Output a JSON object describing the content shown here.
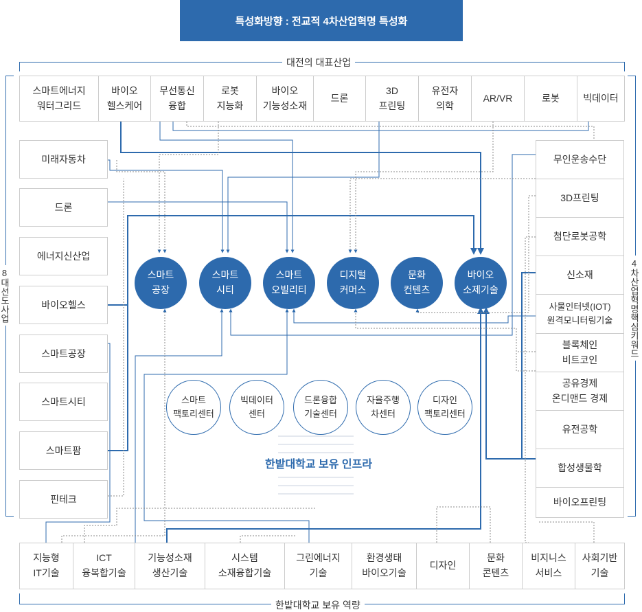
{
  "title": "특성화방향 : 전교적 4차산업혁명 특성화",
  "top_group": {
    "label": "대전의 대표산업",
    "items": [
      "스마트에너지\n워터그리드",
      "바이오\n헬스케어",
      "무선통신\n융합",
      "로봇\n지능화",
      "바이오\n기능성소재",
      "드론",
      "3D\n프린팅",
      "유전자\n의학",
      "AR/VR",
      "로봇",
      "빅데이터"
    ]
  },
  "left_group": {
    "label": "8대선도사업",
    "items": [
      "미래자동차",
      "드론",
      "에너지신산업",
      "바이오헬스",
      "스마트공장",
      "스마트시티",
      "스마트팜",
      "핀테크"
    ]
  },
  "right_group": {
    "label": "4차산업혁명핵심키워드",
    "items": [
      "무인운송수단",
      "3D프린팅",
      "첨단로봇공학",
      "신소재",
      "사물인터넷(IOT)\n원격모니터링기술",
      "블록체인\n비트코인",
      "공유경제\n온디맨드 경제",
      "유전공학",
      "합성생물학",
      "바이오프린팅"
    ]
  },
  "bottom_group": {
    "label": "한밭대학교 보유 역량",
    "items": [
      "지능형\nIT기술",
      "ICT\n융복합기술",
      "기능성소재\n생산기술",
      "시스템\n소재융합기술",
      "그린에너지\n기술",
      "환경생태\n바이오기술",
      "디자인",
      "문화\n콘텐츠",
      "비지니스\n서비스",
      "사회기반\n기술"
    ]
  },
  "specializations": [
    "스마트\n공장",
    "스마트\n시티",
    "스마트\n오빌리티",
    "디지털\n커머스",
    "문화\n컨텐츠",
    "바이오\n소제기술"
  ],
  "infra": {
    "label": "한밭대학교 보유 인프라",
    "centers": [
      "스마트\n팩토리센터",
      "빅데이터\n센터",
      "드론융합\n기술센터",
      "자율주행\n차센터",
      "디자인\n팩토리센터"
    ]
  },
  "colors": {
    "brand_blue": "#2d6aad",
    "border_gray": "#cccccc",
    "dotted_gray": "#999999"
  }
}
